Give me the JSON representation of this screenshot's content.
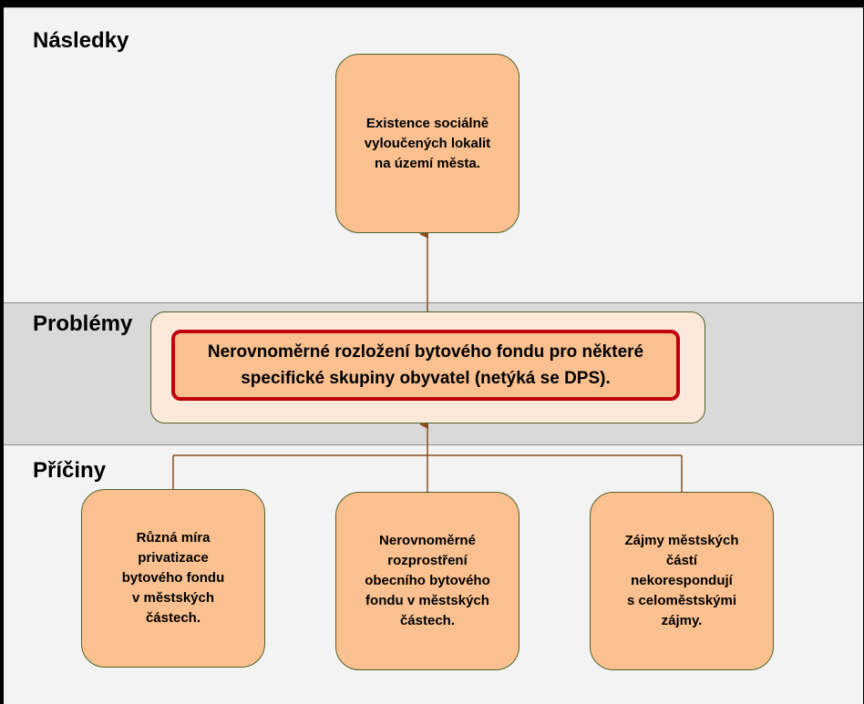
{
  "sections": {
    "consequences": "Následky",
    "problems": "Problémy",
    "causes": "Příčiny"
  },
  "consequence_box": {
    "lines": [
      "Existence sociálně",
      "vyloučených lokalit",
      "na území města."
    ]
  },
  "problem_box": {
    "lines": [
      "Nerovnoměrné rozložení bytového fondu pro některé",
      "specifické skupiny obyvatel (netýká se DPS)."
    ]
  },
  "cause_boxes": [
    {
      "lines": [
        "Různá míra",
        "privatizace",
        "bytového fondu",
        "v městských",
        "částech."
      ]
    },
    {
      "lines": [
        "Nerovnoměrné",
        "rozprostření",
        "obecního bytového",
        "fondu v městských",
        "částech."
      ]
    },
    {
      "lines": [
        "Zájmy městských",
        "částí",
        "nekorespondují",
        "s celoměstskými",
        "zájmy."
      ]
    }
  ],
  "colors": {
    "box_fill": "#fac090",
    "box_border": "#4f6228",
    "problem_outer_fill": "#fde9d9",
    "problem_border": "#c0000b",
    "connector": "#8a4d1c"
  }
}
